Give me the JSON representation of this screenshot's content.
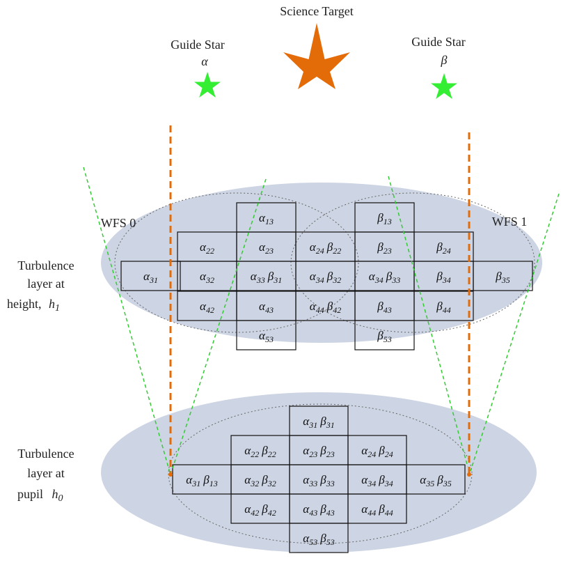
{
  "stars": {
    "science": {
      "label": "Science Target",
      "color": "#e36c09"
    },
    "guide_alpha": {
      "label": "Guide Star",
      "symbol": "α",
      "color": "#33ee33"
    },
    "guide_beta": {
      "label": "Guide Star",
      "symbol": "β",
      "color": "#33ee33"
    }
  },
  "colors": {
    "layer_fill": "#cdd4e3",
    "beam_line": "#e36c09",
    "cone_line": "#33cc33",
    "cell_border": "#111111"
  },
  "layer_h1": {
    "label_lines": [
      "Turbulence",
      "layer at",
      "height,"
    ],
    "height_symbol": "h",
    "height_sub": "1",
    "wfs0_label": "WFS 0",
    "wfs1_label": "WFS 1",
    "cells_left": [
      [
        {
          "a": "13"
        }
      ],
      [
        {
          "a": "22"
        },
        {
          "a": "23"
        },
        {
          "a": "24",
          "b": "22"
        }
      ],
      [
        {
          "a": "31"
        },
        {
          "a": "32"
        },
        {
          "a": "33",
          "b": "31"
        },
        {
          "a": "34",
          "b": "32"
        }
      ],
      [
        {
          "a": "42"
        },
        {
          "a": "43"
        },
        {
          "a": "44",
          "b": "42"
        }
      ],
      [
        {
          "a": "53"
        }
      ]
    ],
    "cells_right": [
      [
        {
          "b": "13"
        }
      ],
      [
        {
          "b": "23"
        },
        {
          "b": "24"
        }
      ],
      [
        {
          "a": "34",
          "b": "33"
        },
        {
          "b": "34"
        },
        {
          "b": "35"
        }
      ],
      [
        {
          "b": "43"
        },
        {
          "b": "44"
        }
      ],
      [
        {
          "b": "53"
        }
      ]
    ]
  },
  "layer_h0": {
    "label_lines": [
      "Turbulence",
      "layer at",
      "pupil"
    ],
    "height_symbol": "h",
    "height_sub": "0",
    "cells": [
      [
        {
          "a": "31",
          "b": "31"
        }
      ],
      [
        {
          "a": "22",
          "b": "22"
        },
        {
          "a": "23",
          "b": "23"
        },
        {
          "a": "24",
          "b": "24"
        }
      ],
      [
        {
          "a": "31",
          "b": "13"
        },
        {
          "a": "32",
          "b": "32"
        },
        {
          "a": "33",
          "b": "33"
        },
        {
          "a": "34",
          "b": "34"
        },
        {
          "a": "35",
          "b": "35"
        }
      ],
      [
        {
          "a": "42",
          "b": "42"
        },
        {
          "a": "43",
          "b": "43"
        },
        {
          "a": "44",
          "b": "44"
        }
      ],
      [
        {
          "a": "53",
          "b": "53"
        }
      ]
    ]
  }
}
